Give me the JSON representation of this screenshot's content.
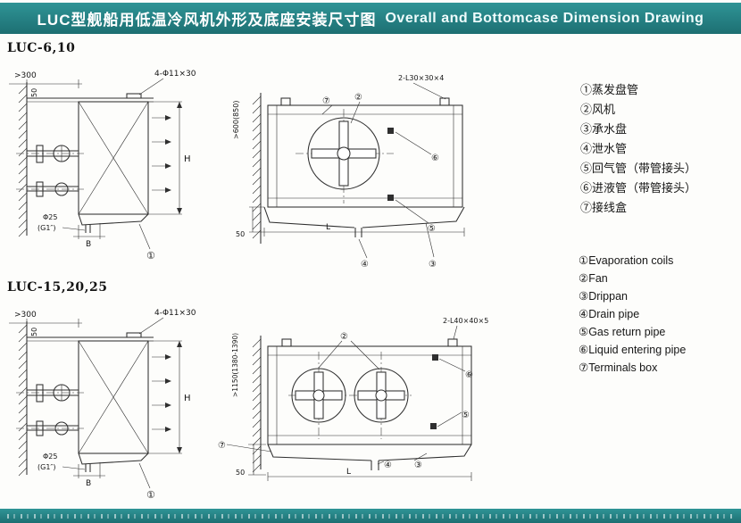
{
  "header": {
    "title_zh": "LUC型舰船用低温冷风机外形及底座安装尺寸图",
    "title_en": "Overall and Bottomcase Dimension Drawing"
  },
  "sections": {
    "s1": {
      "label": "LUC-6,10"
    },
    "s2": {
      "label": "LUC-15,20,25"
    }
  },
  "balloons": {
    "b1": "①",
    "b2": "②",
    "b3": "③",
    "b4": "④",
    "b5": "⑤",
    "b6": "⑥",
    "b7": "⑦"
  },
  "drawings": {
    "s1_left": {
      "wall_dim": ">300",
      "dim_50": "50",
      "bolt_label": "4-Φ11×30",
      "h_label": "H",
      "dia_label": "Φ25",
      "thread_label": "(G1″)",
      "b_label": "B"
    },
    "s1_right": {
      "wall_dim": ">600(850)",
      "angle_label": "2-L30×30×4",
      "l_label": "L",
      "dim_50": "50"
    },
    "s2_left": {
      "wall_dim": ">300",
      "dim_50": "50",
      "bolt_label": "4-Φ11×30",
      "h_label": "H",
      "dia_label": "Φ25",
      "thread_label": "(G1″)",
      "b_label": "B"
    },
    "s2_right": {
      "wall_dim": ">1150(1380-1390)",
      "angle_label": "2-L40×40×5",
      "l_label": "L",
      "dim_50": "50"
    }
  },
  "legend_zh": [
    "①蒸发盘管",
    "②风机",
    "③承水盘",
    "④泄水管",
    "⑤回气管（带管接头）",
    "⑥进液管（带管接头）",
    "⑦接线盒"
  ],
  "legend_en": [
    "①Evaporation coils",
    "②Fan",
    "③Drippan",
    "④Drain pipe",
    "⑤Gas return pipe",
    "⑥Liquid entering pipe",
    "⑦Terminals box"
  ],
  "colors": {
    "header_teal": "#27858a",
    "line": "#2f2f2f"
  }
}
